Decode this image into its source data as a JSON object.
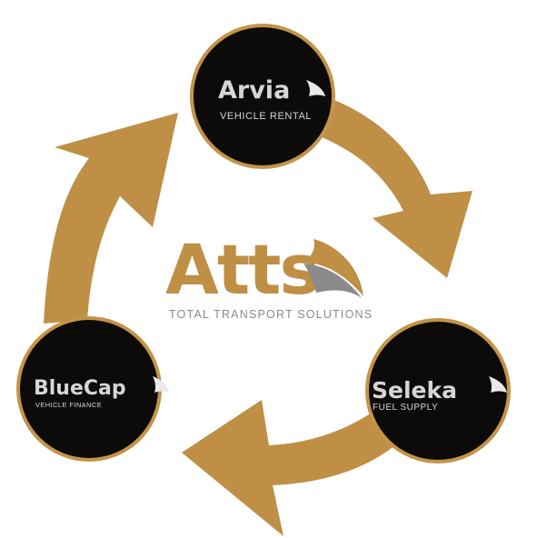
{
  "colors": {
    "gold": "#bf8f45",
    "circle_fill": "#0d0b0a",
    "circle_ring": "#c39449",
    "logo_text": "#d6d6d6",
    "logo_chevron": "#e9e9e9",
    "center_gray": "#8a8a8a"
  },
  "center": {
    "logo_text": "Atts",
    "tagline": "TOTAL TRANSPORT SOLUTIONS"
  },
  "nodes": [
    {
      "id": "arvia",
      "brand": "Arvia",
      "tagline": "VEHICLE RENTAL",
      "icon": "chevron-icon"
    },
    {
      "id": "seleka",
      "brand": "Seleka",
      "tagline": "FUEL SUPPLY",
      "icon": "chevron-icon"
    },
    {
      "id": "bluecap",
      "brand": "BlueCap",
      "tagline": "VEHICLE FINANCE",
      "icon": "chevron-icon"
    }
  ],
  "flow": {
    "direction": "clockwise",
    "arrows": [
      "arvia-to-seleka",
      "seleka-to-bluecap",
      "bluecap-to-arvia"
    ]
  }
}
